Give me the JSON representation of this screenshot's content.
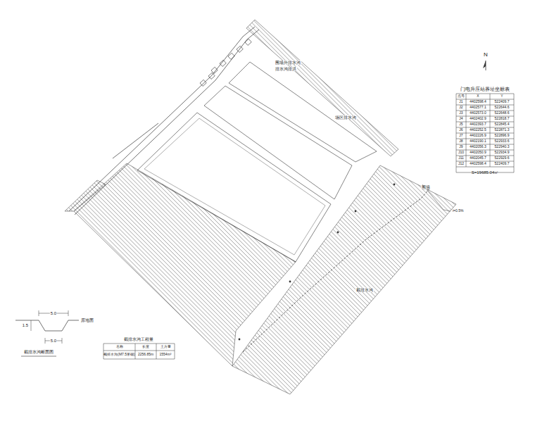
{
  "diagram": {
    "labels": [
      "N",
      "门电升压站界址坐标表",
      "点号",
      "X",
      "Y",
      "J1",
      "4402598.4",
      "522409.7",
      "J2",
      "4402577.1",
      "522644.6",
      "J3",
      "4402573.0",
      "522648.6",
      "J4",
      "4402402.9",
      "522818.7",
      "J5",
      "4402393.7",
      "522845.4",
      "J6",
      "4402252.5",
      "522871.3",
      "J7",
      "4402226.9",
      "522896.9",
      "J8",
      "4402190.1",
      "522933.6",
      "J9",
      "4402056.3",
      "522940.3",
      "J10",
      "4402050.9",
      "522934.9",
      "J11",
      "4402045.7",
      "522929.6",
      "J12",
      "4402598.4",
      "522409.7",
      "S=19685.04㎡",
      "围墙外排水沟",
      "排水沟排洪",
      "场区排水沟",
      "围墙",
      "截排水沟",
      "i=0.5%",
      "5.0",
      "原地面",
      "1.5",
      "5.0",
      "截排水沟断面图",
      "截排水沟工程量",
      "名称",
      "长度",
      "土方量",
      "截排水沟(M7.5浆砌)",
      "2256.85m",
      "1554m³"
    ]
  }
}
